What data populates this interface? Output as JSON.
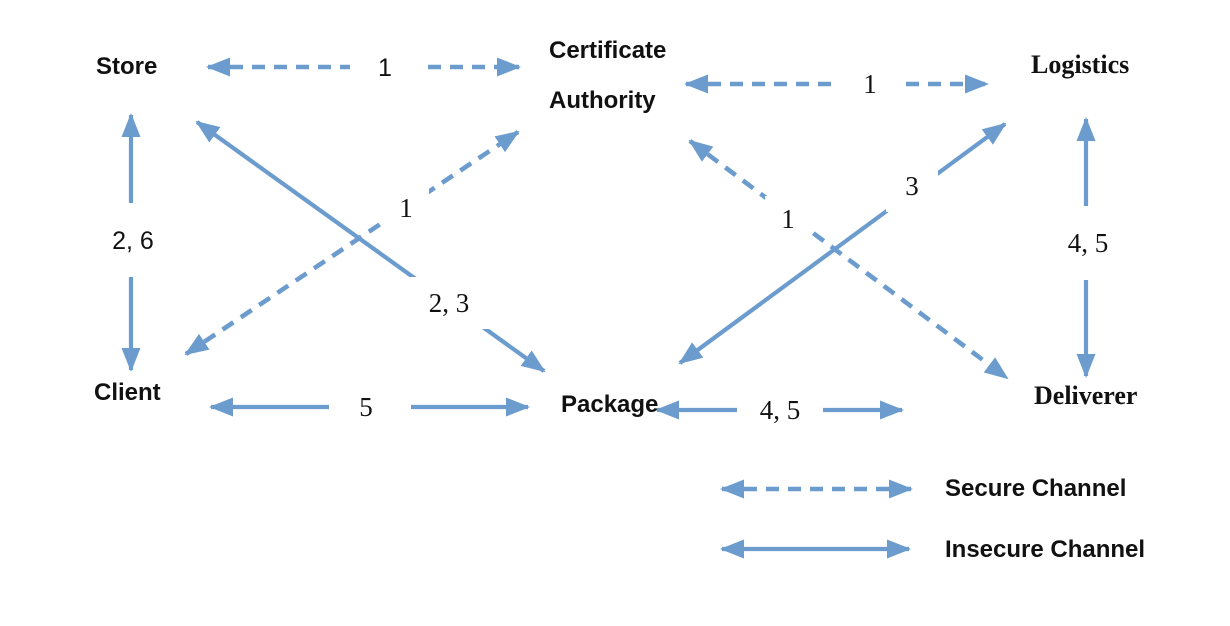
{
  "palette": {
    "arrow_blue": "#6B9CCD",
    "text_black": "#111111",
    "background": "#ffffff"
  },
  "nodes": {
    "store": "Store",
    "certificate_authority": "Certificate\nAuthority",
    "logistics": "Logistics",
    "client": "Client",
    "package": "Package",
    "deliverer": "Deliverer"
  },
  "edges": [
    {
      "from": "Store",
      "to": "Certificate Authority",
      "channel": "secure",
      "label": "1"
    },
    {
      "from": "Certificate Authority",
      "to": "Logistics",
      "channel": "secure",
      "label": "1"
    },
    {
      "from": "Store",
      "to": "Client",
      "channel": "insecure",
      "label": "2, 6"
    },
    {
      "from": "Client",
      "to": "Package",
      "channel": "insecure",
      "label": "5"
    },
    {
      "from": "Store",
      "to": "Package",
      "channel": "insecure",
      "label": "2, 3"
    },
    {
      "from": "Client",
      "to": "Certificate Authority",
      "channel": "secure",
      "label": "1"
    },
    {
      "from": "Package",
      "to": "Deliverer",
      "channel": "insecure",
      "label": "4, 5"
    },
    {
      "from": "Package",
      "to": "Logistics",
      "channel": "insecure",
      "label": "3"
    },
    {
      "from": "Certificate Authority",
      "to": "Deliverer",
      "channel": "secure",
      "label": "1"
    },
    {
      "from": "Logistics",
      "to": "Deliverer",
      "channel": "insecure",
      "label": "4, 5"
    }
  ],
  "legend": {
    "secure_label": "Secure Channel",
    "insecure_label": "Insecure Channel"
  }
}
